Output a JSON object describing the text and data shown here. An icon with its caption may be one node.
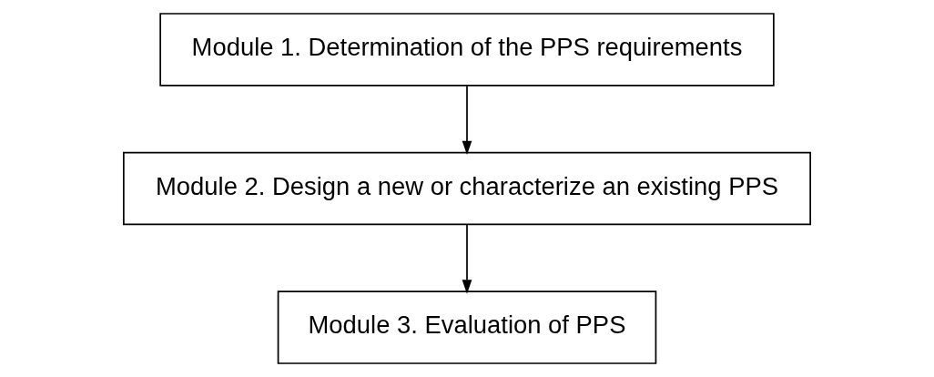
{
  "diagram": {
    "nodes": [
      {
        "text": [
          "Module 1. Determination of the PPS requirements"
        ]
      },
      {
        "text": [
          "Module 2. Design a new or characterize an existing PPS"
        ]
      },
      {
        "text": [
          "Module 3. Evaluation of PPS"
        ]
      }
    ],
    "edges": [
      {
        "from": 0,
        "to": 1,
        "arrow": "to"
      },
      {
        "from": 1,
        "to": 2,
        "arrow": "to"
      }
    ]
  }
}
